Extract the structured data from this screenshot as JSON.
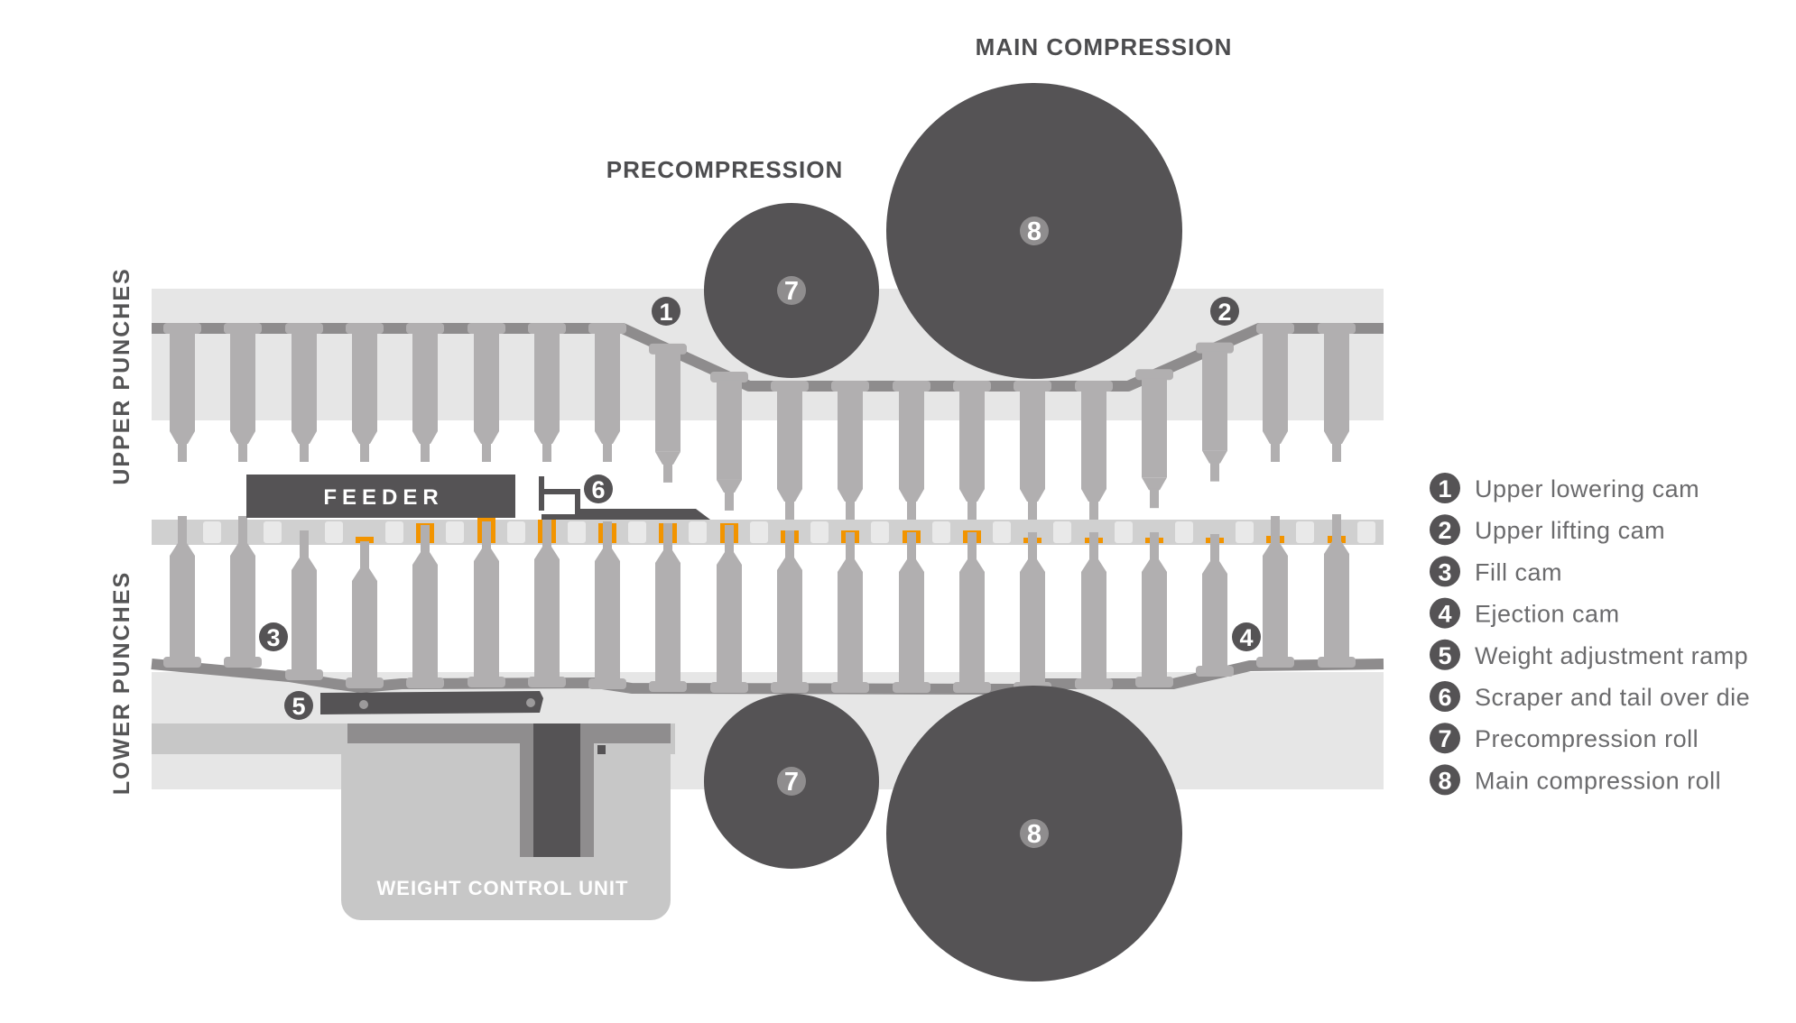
{
  "headings": {
    "main_compression": "MAIN COMPRESSION",
    "precompression": "PRECOMPRESSION",
    "upper_punches": "UPPER PUNCHES",
    "lower_punches": "LOWER PUNCHES"
  },
  "components": {
    "feeder": "FEEDER",
    "weight_control_unit": "WEIGHT CONTROL UNIT"
  },
  "callouts": {
    "c1": "1",
    "c2": "2",
    "c3": "3",
    "c4": "4",
    "c5": "5",
    "c6": "6",
    "c7": "7",
    "c8": "8"
  },
  "legend": [
    {
      "number": "1",
      "label": "Upper lowering cam"
    },
    {
      "number": "2",
      "label": "Upper lifting cam"
    },
    {
      "number": "3",
      "label": "Fill cam"
    },
    {
      "number": "4",
      "label": "Ejection cam"
    },
    {
      "number": "5",
      "label": "Weight adjustment ramp"
    },
    {
      "number": "6",
      "label": "Scraper and tail over die"
    },
    {
      "number": "7",
      "label": "Precompression roll"
    },
    {
      "number": "8",
      "label": "Main compression roll"
    }
  ],
  "colors": {
    "roll": "#555355",
    "punch": "#b1afb0",
    "track": "#8e8c8d",
    "band": "#e6e6e6",
    "die_strip": "#d0d0d0",
    "powder": "#f29400",
    "text": "#4d4d4f"
  }
}
